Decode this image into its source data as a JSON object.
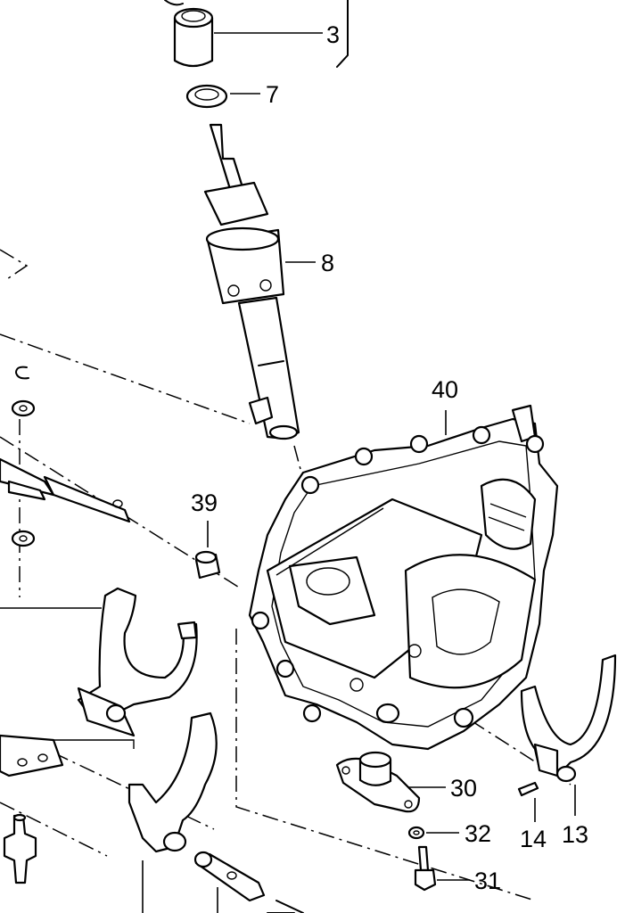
{
  "callouts": {
    "c3": "3",
    "c7": "7",
    "c8": "8",
    "c40": "40",
    "c39": "39",
    "c30": "30",
    "c32": "32",
    "c31": "31",
    "c14": "14",
    "c13": "13"
  }
}
